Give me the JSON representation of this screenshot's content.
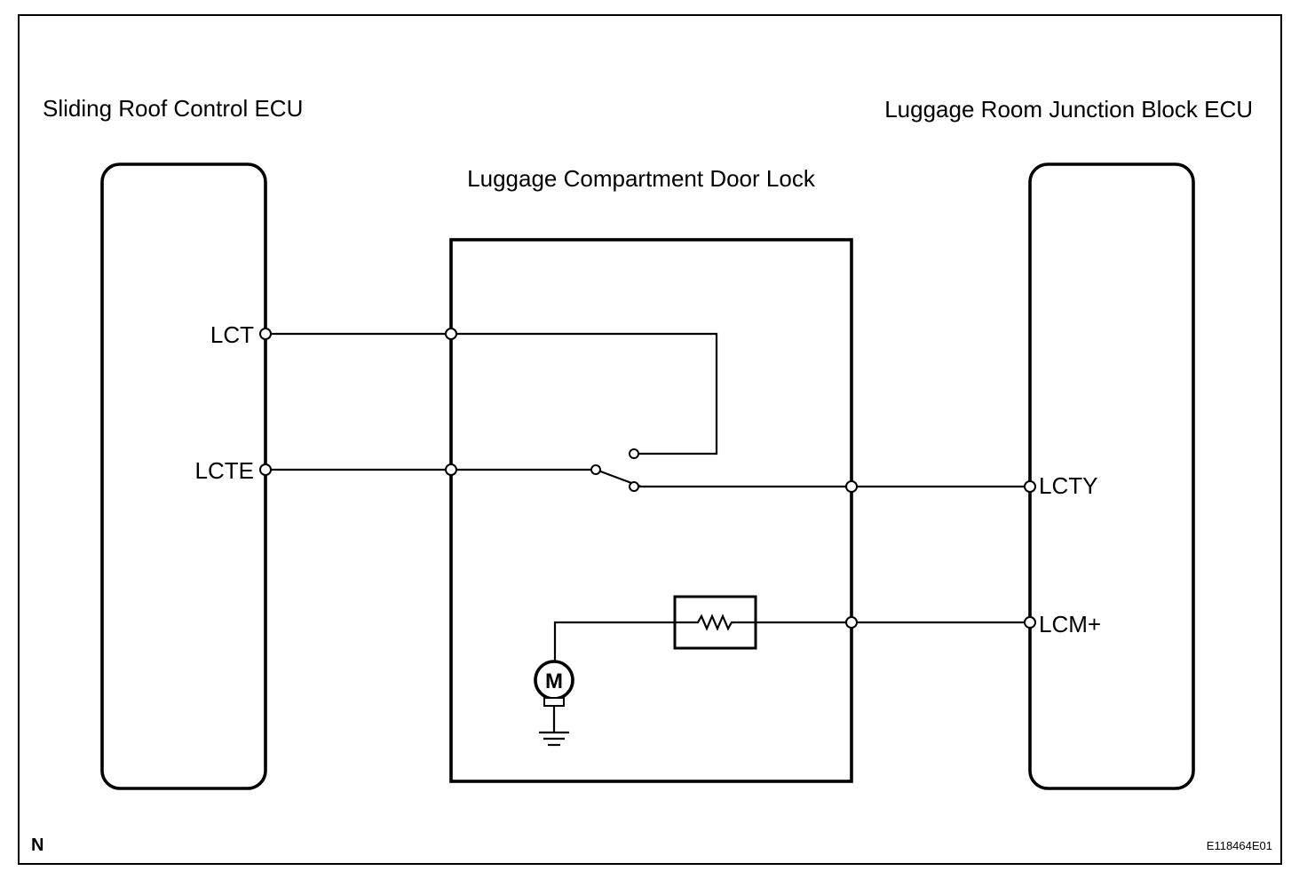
{
  "diagram": {
    "left_ecu_label": "Sliding Roof Control ECU",
    "right_ecu_label": "Luggage Room Junction Block ECU",
    "center_label": "Luggage Compartment Door Lock",
    "terminals": {
      "lct": "LCT",
      "lcte": "LCTE",
      "lcty": "LCTY",
      "lcm_plus": "LCM+"
    },
    "motor_symbol": "M",
    "corner_left": "N",
    "corner_right": "E118464E01",
    "icons": [
      "motor-icon",
      "ground-icon",
      "switch-icon",
      "resistor-icon"
    ]
  }
}
